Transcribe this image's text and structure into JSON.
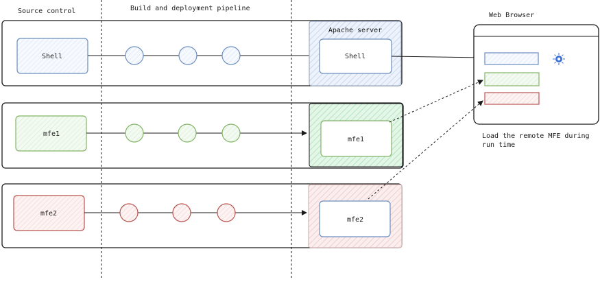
{
  "headers": {
    "source_control": "Source control",
    "pipeline": "Build and deployment pipeline",
    "browser": "Web Browser"
  },
  "server": {
    "title": "Apache server"
  },
  "rows": [
    {
      "id": "shell",
      "source_label": "Shell",
      "server_label": "Shell",
      "color": "#6c8ebf",
      "fill": "#dae8fc"
    },
    {
      "id": "mfe1",
      "source_label": "mfe1",
      "server_label": "mfe1",
      "color": "#82b366",
      "fill": "#d5e8d4"
    },
    {
      "id": "mfe2",
      "source_label": "mfe2",
      "server_label": "mfe2",
      "color": "#b85450",
      "fill": "#f8cecc"
    }
  ],
  "browser": {
    "caption": "Load the remote MFE during run time",
    "slot_colors": [
      "#6c8ebf",
      "#82b366",
      "#b85450"
    ],
    "spinner_color": "#3a6fd8"
  }
}
